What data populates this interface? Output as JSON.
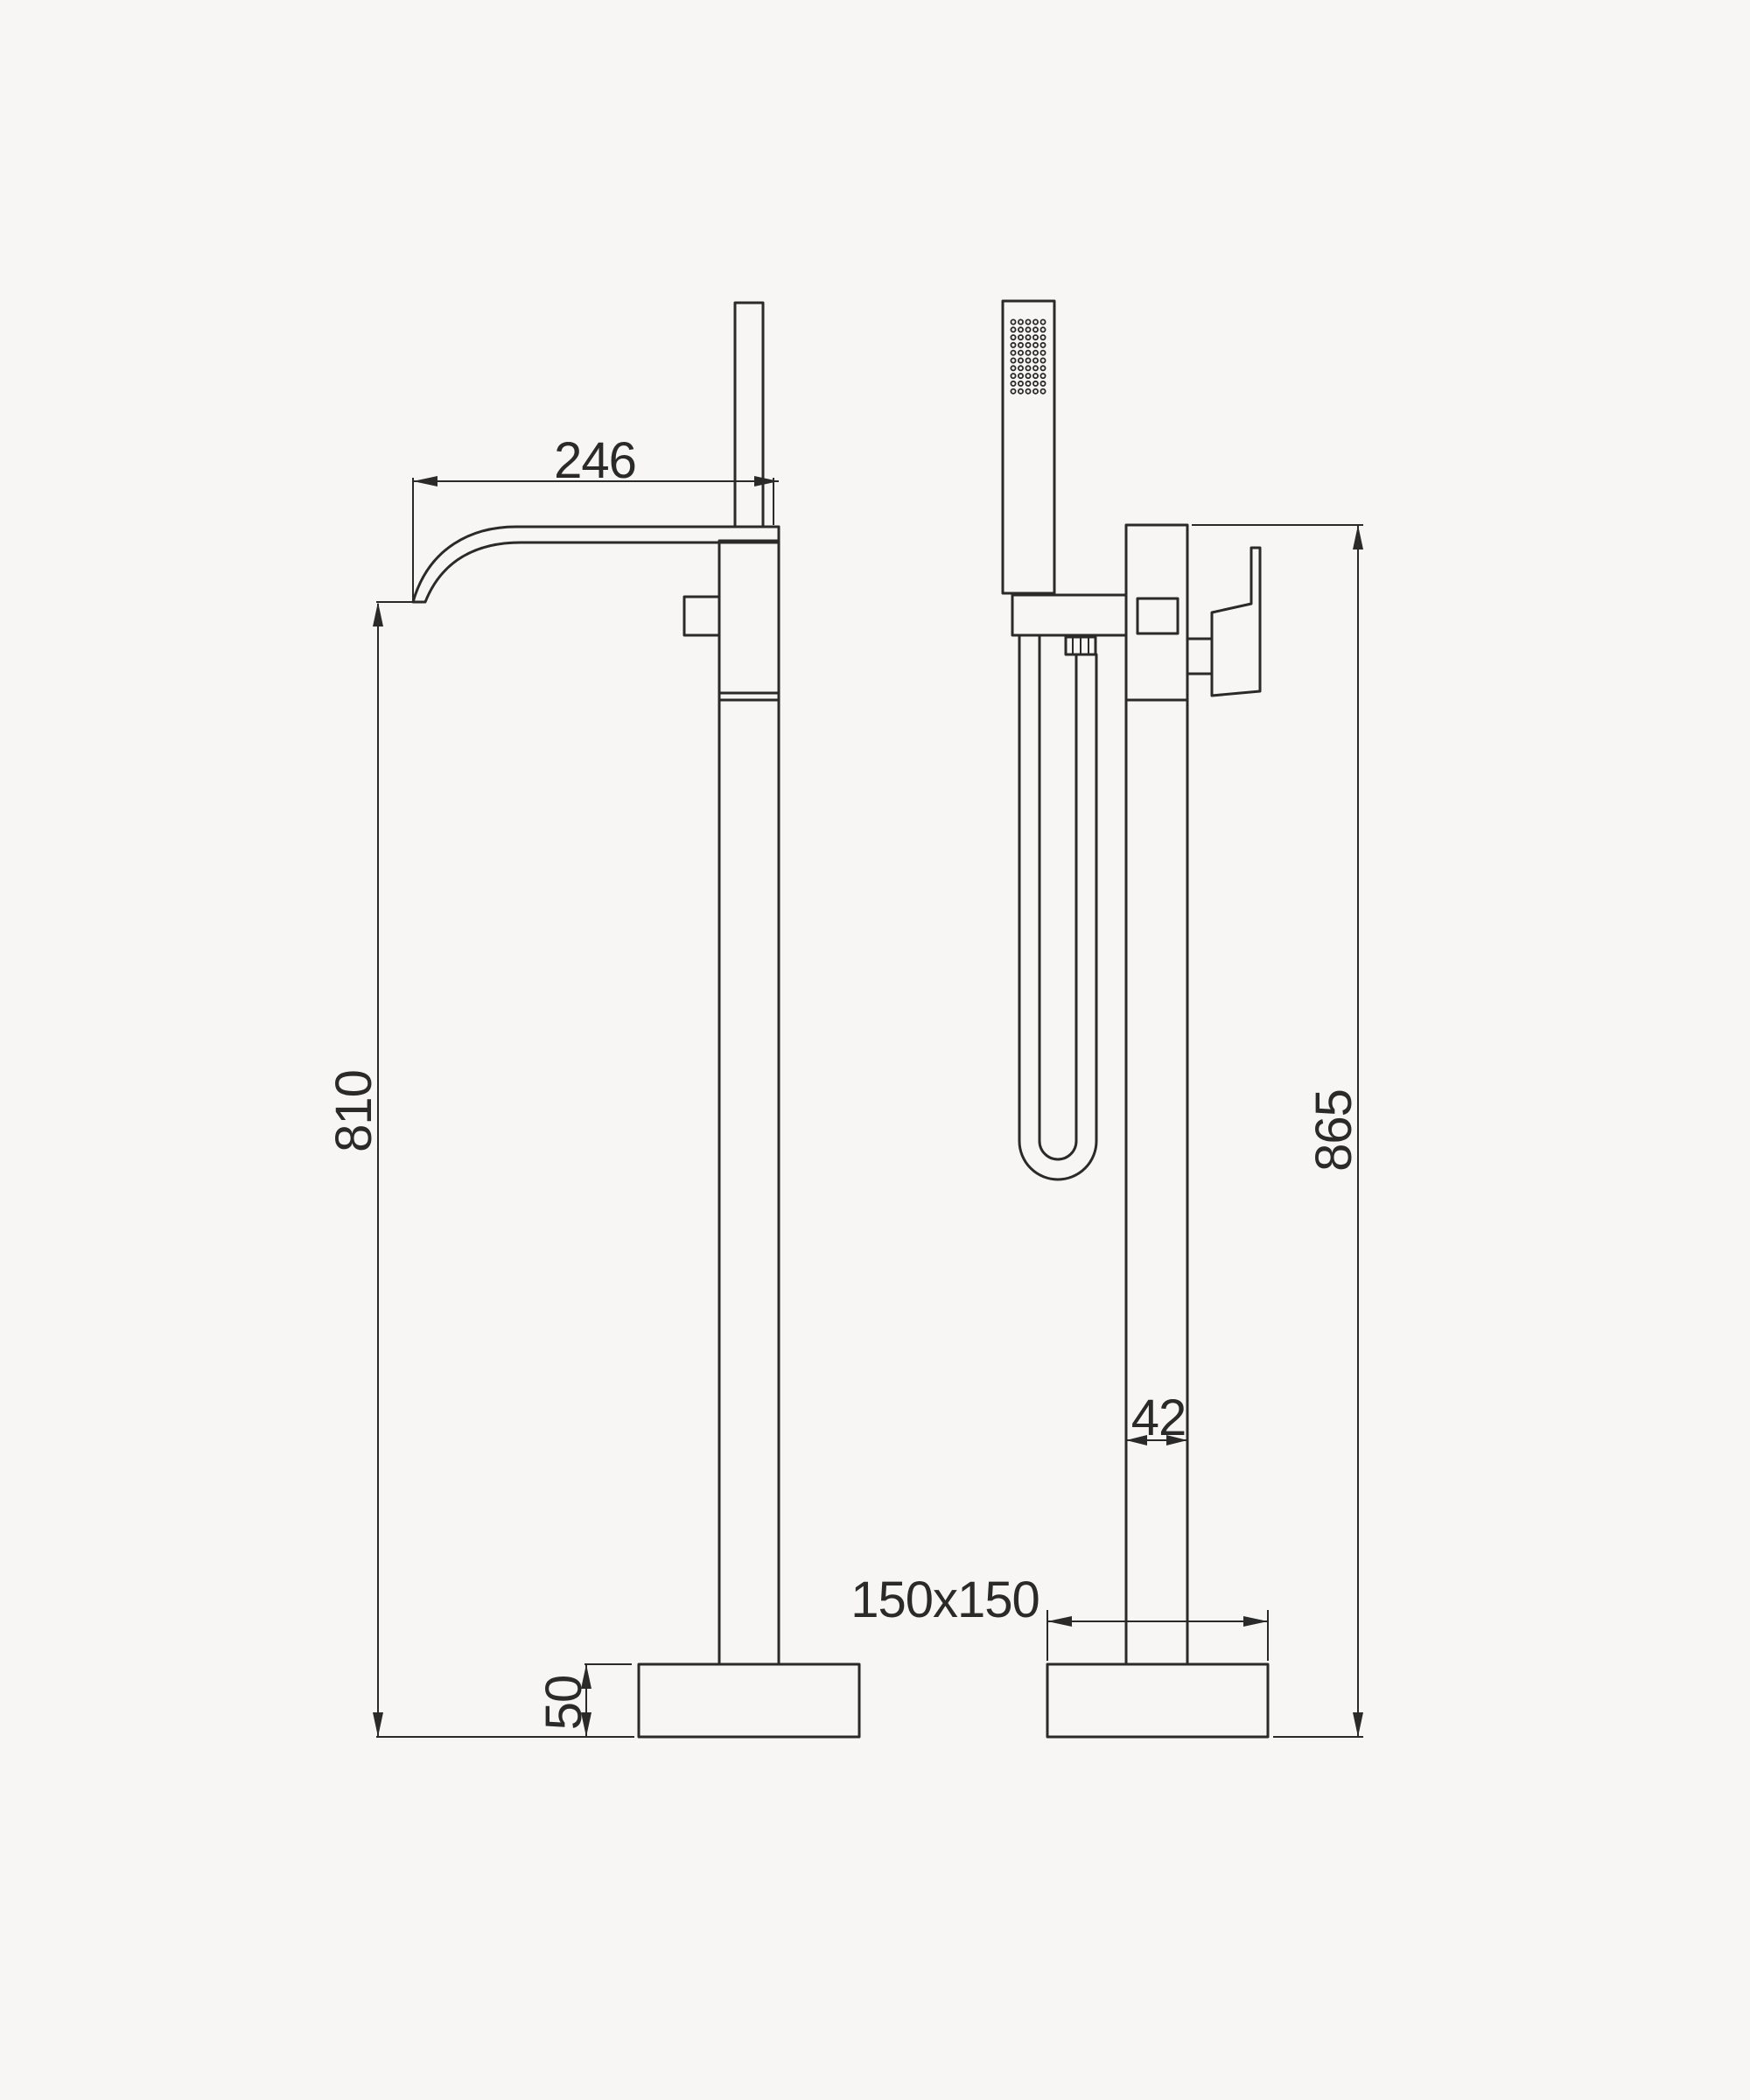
{
  "dimensions": {
    "spout_reach": "246",
    "left_height": "810",
    "base_height": "50",
    "right_height": "865",
    "pipe_diameter": "42",
    "base_size": "150x150"
  }
}
